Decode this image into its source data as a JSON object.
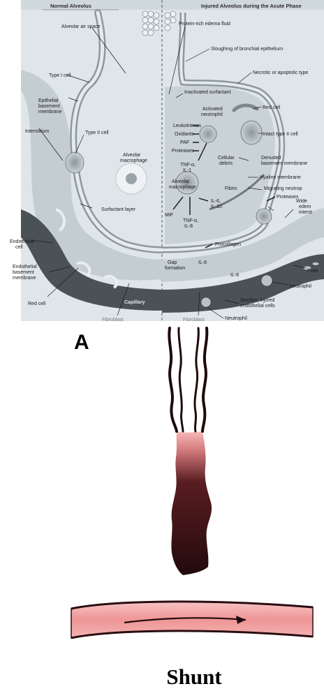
{
  "panel_letter": "A",
  "caption": "Shunt",
  "headers": {
    "left": "Normal Alveolus",
    "right": "Injured Alveolus during the Acute Phase"
  },
  "left_labels": [
    "Alveolar air space",
    "Type I cell",
    "Epithelial basement membrane",
    "Interstitium",
    "Type II cell",
    "Alveolar macrophage",
    "Surfactant layer",
    "Endothelial cell",
    "Endothelial basement membrane",
    "Red cell",
    "Capillary",
    "Fibroblast"
  ],
  "right_labels": [
    "Protein-rich edema fluid",
    "Sloughing of bronchial epithelium",
    "Necrotic or apoptotic type I cell",
    "Inactivated surfactant",
    "Activated neutrophil",
    "Red cell",
    "Leukotrienes",
    "Oxidants",
    "PAF",
    "Proteases",
    "Intact type II cell",
    "TNF-α, IL-1",
    "Cellular debris",
    "Denuded basement membrane",
    "Hyaline membrane",
    "Alveolar macrophage",
    "Fibrin",
    "Migrating neutrophil",
    "IL-6, IL-10",
    "Proteases",
    "Widened, edematous interstitium",
    "MIF",
    "TNF-α, IL-8",
    "Procollagen",
    "Gap formation",
    "IL-8",
    "IL-8",
    "Platelets",
    "Neutrophil",
    "Swollen, injured endothelial cells",
    "Neutrophil",
    "Fibroblast"
  ],
  "colors": {
    "panel_bg": "#dfe6ea",
    "tissue": "#b9c3c9",
    "capillary": "#4b5257",
    "tube_dark": "#2a0d0f",
    "tube_pink": "#f0a9a9",
    "vessel_pink": "#f2a2a2"
  }
}
